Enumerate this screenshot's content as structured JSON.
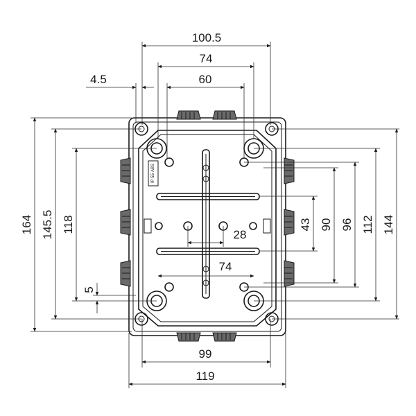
{
  "dimensions": {
    "top_overall": "100.5",
    "top_74": "74",
    "top_60": "60",
    "top_4_5": "4.5",
    "left_164": "164",
    "left_145_5": "145.5",
    "left_118": "118",
    "left_5": "5",
    "right_43": "43",
    "right_90": "90",
    "right_96": "96",
    "right_112": "112",
    "right_144": "144",
    "center_28": "28",
    "center_74": "74",
    "bottom_99": "99",
    "bottom_119": "119"
  },
  "label_plate": {
    "line1": "IP 55",
    "line2": "ABS"
  }
}
